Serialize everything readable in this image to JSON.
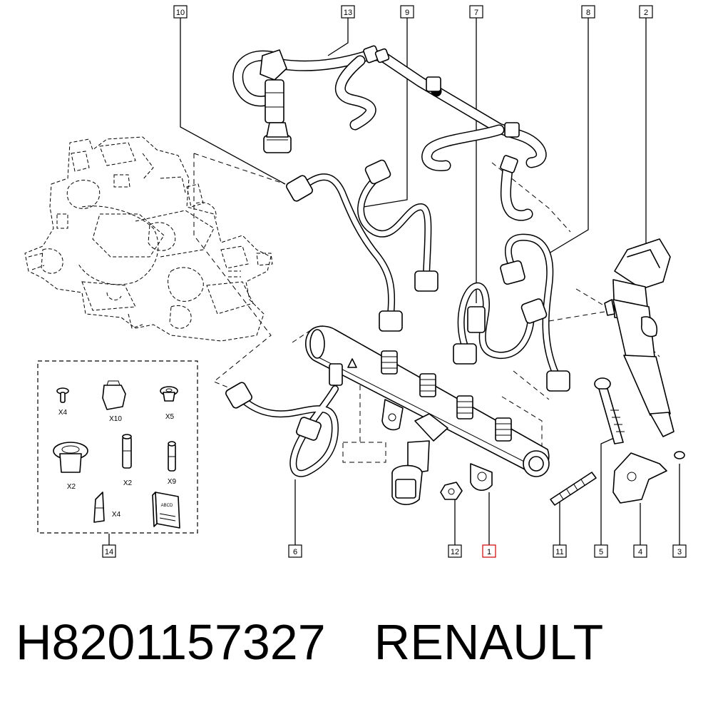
{
  "diagram": {
    "callouts": [
      {
        "id": "10",
        "label": "10",
        "highlighted": false
      },
      {
        "id": "13",
        "label": "13",
        "highlighted": false
      },
      {
        "id": "9",
        "label": "9",
        "highlighted": false
      },
      {
        "id": "7",
        "label": "7",
        "highlighted": false
      },
      {
        "id": "8",
        "label": "8",
        "highlighted": false
      },
      {
        "id": "2",
        "label": "2",
        "highlighted": false
      },
      {
        "id": "14",
        "label": "14",
        "highlighted": false
      },
      {
        "id": "6",
        "label": "6",
        "highlighted": false
      },
      {
        "id": "12",
        "label": "12",
        "highlighted": false
      },
      {
        "id": "1",
        "label": "1",
        "highlighted": true
      },
      {
        "id": "11",
        "label": "11",
        "highlighted": false
      },
      {
        "id": "5",
        "label": "5",
        "highlighted": false
      },
      {
        "id": "4",
        "label": "4",
        "highlighted": false
      },
      {
        "id": "3",
        "label": "3",
        "highlighted": false
      }
    ],
    "kit_items": [
      {
        "label": "X4",
        "icon": "push-pin-icon"
      },
      {
        "label": "X10",
        "icon": "hex-nut-icon"
      },
      {
        "label": "X5",
        "icon": "grommet-icon"
      },
      {
        "label": "X2",
        "icon": "plug-cap-icon"
      },
      {
        "label": "X2",
        "icon": "spacer-icon"
      },
      {
        "label": "X9",
        "icon": "stud-icon"
      },
      {
        "label": "X4",
        "icon": "clip-icon"
      },
      {
        "label": "",
        "icon": "instruction-booklet-icon",
        "booklet_text": "ABCD"
      }
    ],
    "highlight_color": "#d00000"
  },
  "caption": {
    "part_number": "H8201157327",
    "brand": "RENAULT"
  }
}
